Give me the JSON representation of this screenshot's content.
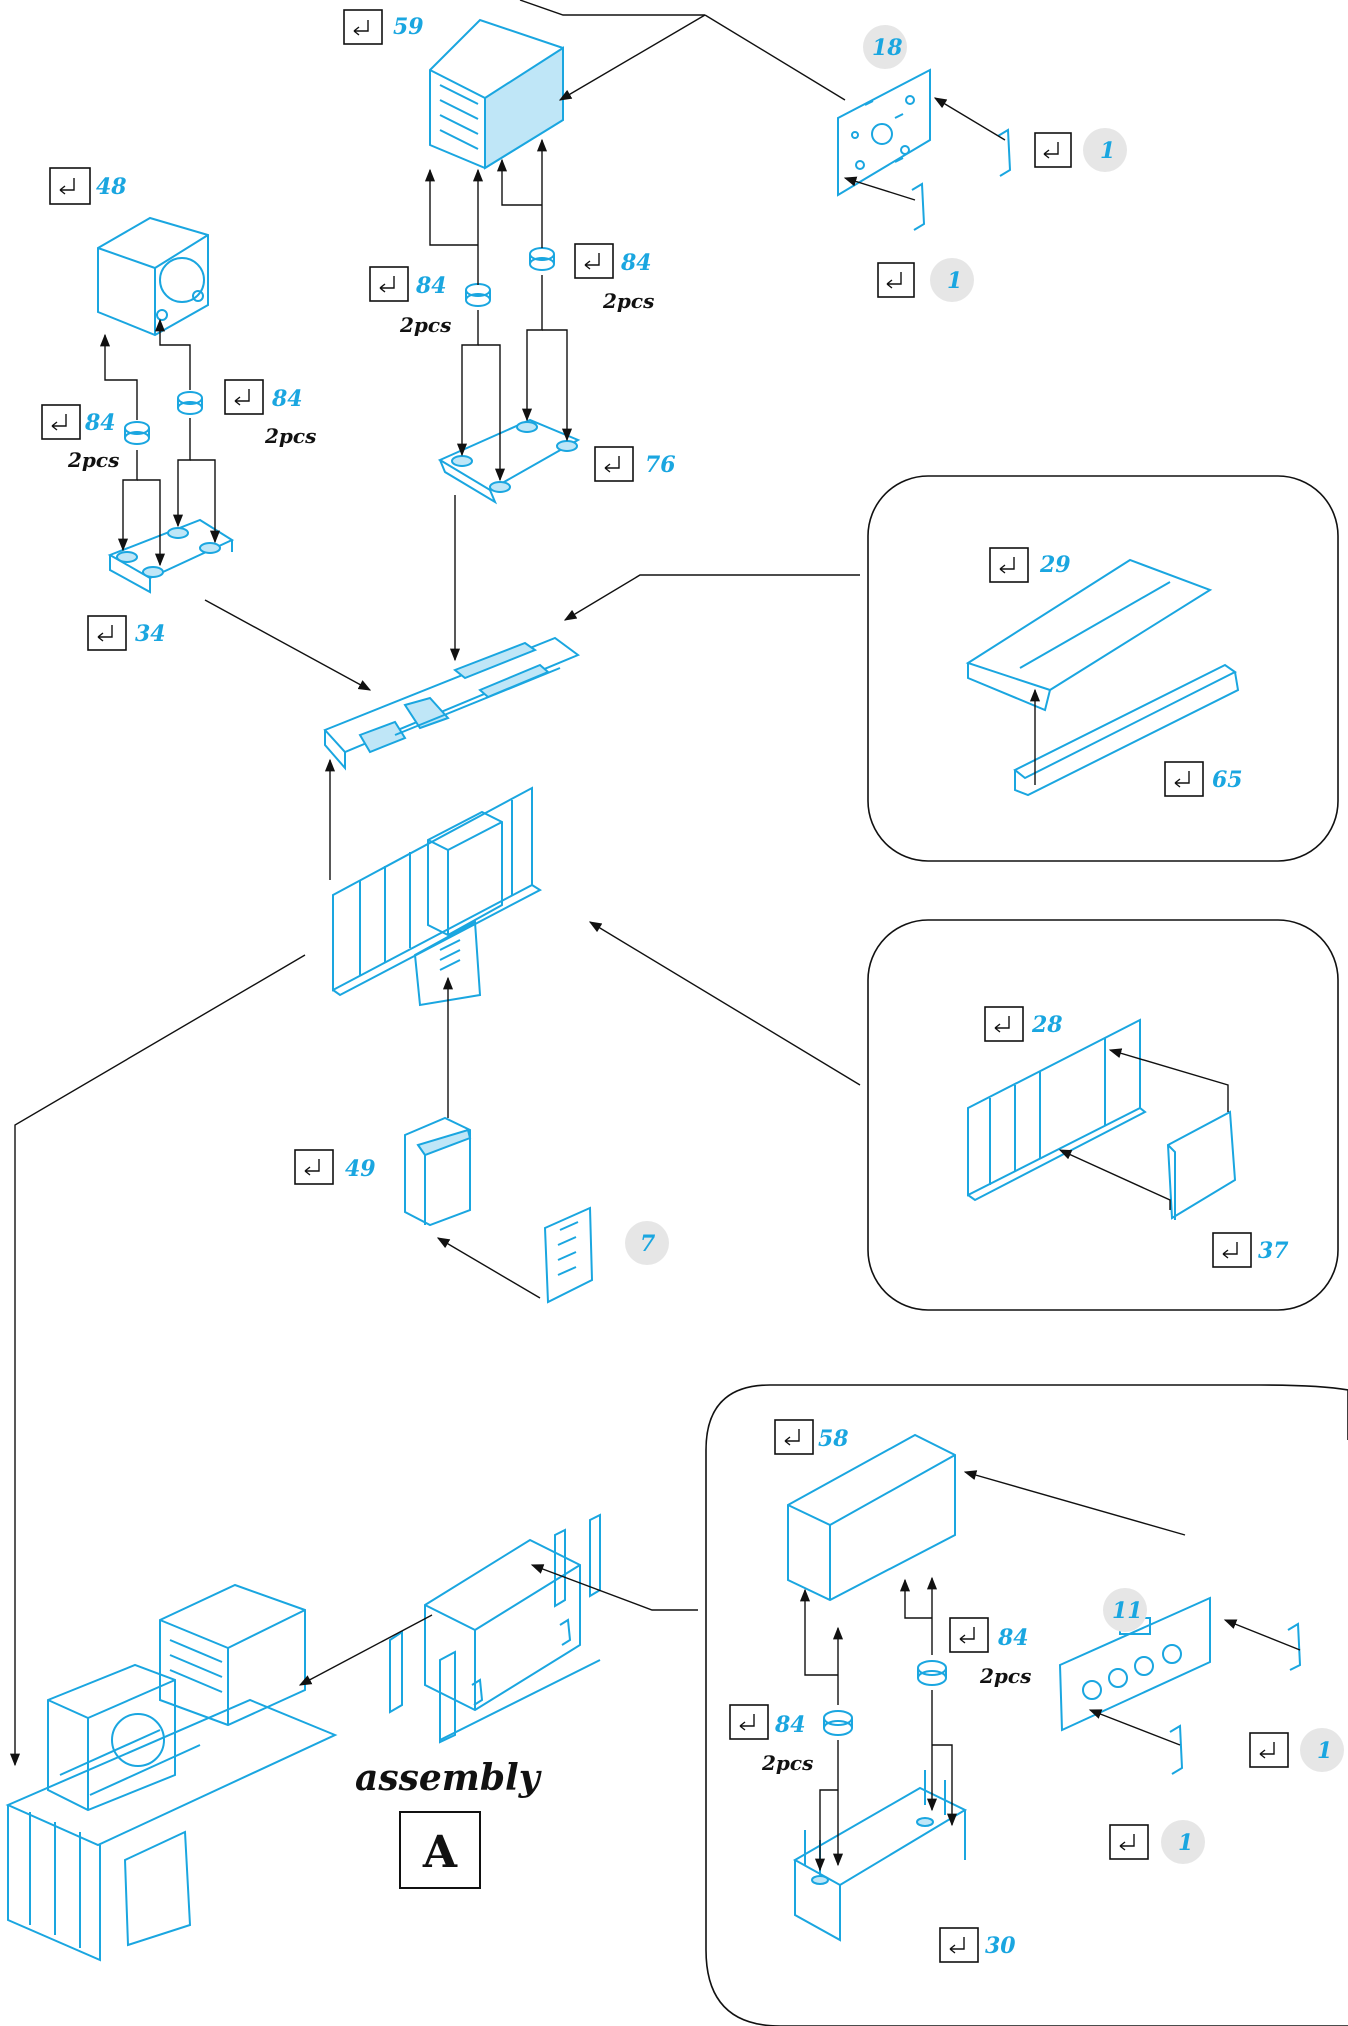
{
  "diagram": {
    "assembly_title": "assembly",
    "assembly_letter": "A",
    "quantity_label": "2pcs",
    "colors": {
      "part_blue": "#1aa6e0",
      "part_fill": "#bfe6f7",
      "line": "#111111",
      "badge_grey": "#e6e6e6"
    },
    "labels": {
      "p59": "59",
      "p18": "18",
      "p1a": "1",
      "p1b": "1",
      "p48": "48",
      "p84a": "84",
      "p84b": "84",
      "p84c": "84",
      "p84d": "84",
      "p76": "76",
      "p34": "34",
      "p29": "29",
      "p65": "65",
      "p28": "28",
      "p37": "37",
      "p49": "49",
      "p7": "7",
      "p58": "58",
      "p11": "11",
      "p84e": "84",
      "p84f": "84",
      "p1c": "1",
      "p1d": "1",
      "p30": "30"
    }
  }
}
